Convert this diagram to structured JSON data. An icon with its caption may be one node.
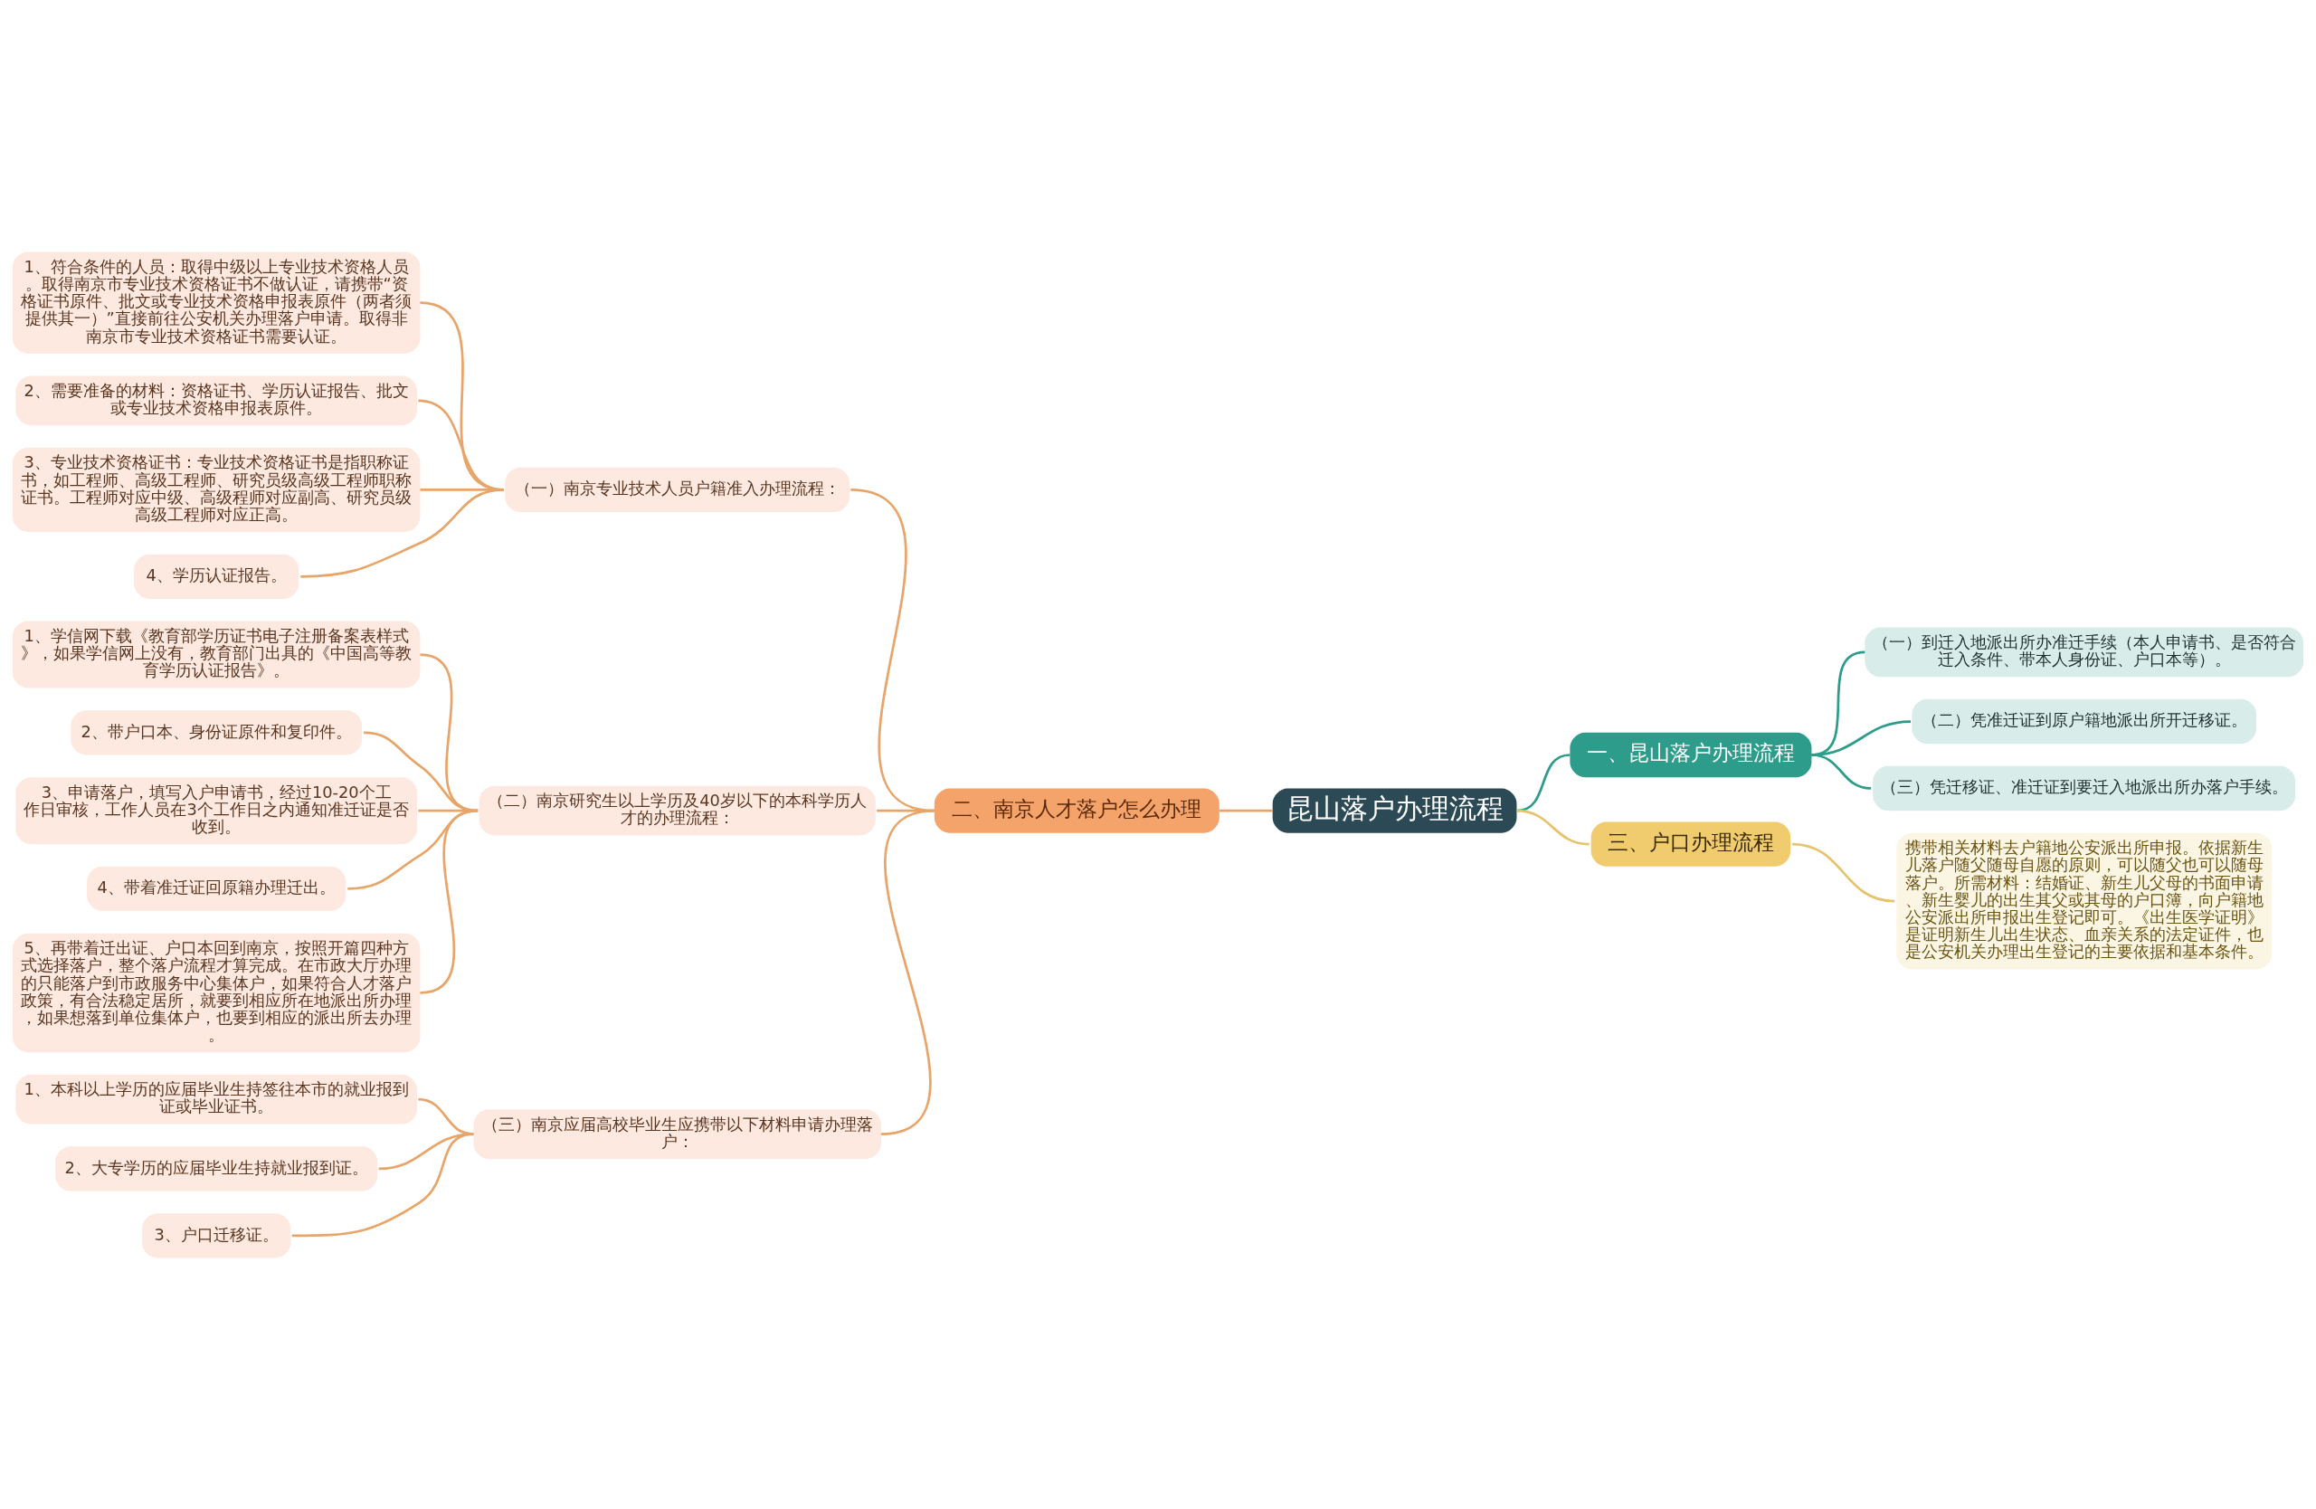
{
  "diagram": {
    "nodes": [
      {
        "text": [
          "昆山落户办理流程"
        ]
      },
      {
        "text": [
          "一、昆山落户办理流程"
        ]
      },
      {
        "text": [
          "（一）到迁入地派出所办准迁手续（本人申请书、是否符合迁入条件、带本人身份证、户口本等）。"
        ]
      },
      {
        "text": [
          "（二）凭准迁证到原户籍地派出所开迁移证。"
        ]
      },
      {
        "text": [
          "（三）凭迁移证、准迁证到要迁入地派出所办落户手续。"
        ]
      },
      {
        "text": [
          "三、户口办理流程"
        ]
      },
      {
        "text": [
          "携带相关材料去户籍地公安派出所申报。依据新生儿落户随父随母自愿的原则，可以随父也可以随母落户。所需材料：结婚证、新生儿父母的书面申请、新生婴儿的出生其父或其母的户口簿，向户籍地公安派出所申报出生登记即可。《出生医学证明》是证明新生儿出生状态、血亲关系的法定证件，也是公安机关办理出生登记的主要依据和基本条件。"
        ]
      },
      {
        "text": [
          "二、南京人才落户怎么办理"
        ]
      },
      {
        "text": [
          "（一）南京专业技术人员户籍准入办理流程："
        ]
      },
      {
        "text": [
          "1、符合条件的人员：取得中级以上专业技术资格人员。取得南京市专业技术资格证书不做认证，请携带“资格证书原件、批文或专业技术资格申报表原件（两者须提供其一）”直接前往公安机关办理落户申请。取得非南京市专业技术资格证书需要认证。"
        ]
      },
      {
        "text": [
          "2、需要准备的材料：资格证书、学历认证报告、批文或专业技术资格申报表原件。"
        ]
      },
      {
        "text": [
          "3、专业技术资格证书：专业技术资格证书是指职称证书，如工程师、高级工程师、研究员级高级工程师职称证书。工程师对应中级、高级程师对应副高、研究员级高级工程师对应正高。"
        ]
      },
      {
        "text": [
          "4、学历认证报告。"
        ]
      },
      {
        "text": [
          "（二）南京研究生以上学历及40岁以下的本科学历人才的办理流程："
        ]
      },
      {
        "text": [
          "1、学信网下载《教育部学历证书电子注册备案表样式》，如果学信网上没有，教育部门出具的《中国高等教育学历认证报告》。"
        ]
      },
      {
        "text": [
          "2、带户口本、身份证原件和复印件。"
        ]
      },
      {
        "text": [
          "3、申请落户，填写入户申请书，经过10-20个工作日审核，工作人员在3个工作日之内通知准迁证是否收到。"
        ]
      },
      {
        "text": [
          "4、带着准迁证回原籍办理迁出。"
        ]
      },
      {
        "text": [
          "5、再带着迁出证、户口本回到南京，按照开篇四种方式选择落户，整个落户流程才算完成。在市政大厅办理的只能落户到市政服务中心集体户，如果符合人才落户政策，有合法稳定居所，就要到相应所在地派出所办理，如果想落到单位集体户，也要到相应的派出所去办理。"
        ]
      },
      {
        "text": [
          "（三）南京应届高校毕业生应携带以下材料申请办理落户："
        ]
      },
      {
        "text": [
          "1、本科以上学历的应届毕业生持签往本市的就业报到证或毕业证书。"
        ]
      },
      {
        "text": [
          "2、大专学历的应届毕业生持就业报到证。"
        ]
      },
      {
        "text": [
          "3、户口迁移证。"
        ]
      }
    ],
    "edges": [
      {
        "from": 0,
        "to": 1,
        "arrow": "none",
        "color": "#2e9c8a"
      },
      {
        "from": 1,
        "to": 2,
        "arrow": "none",
        "color": "#2e9c8a"
      },
      {
        "from": 1,
        "to": 3,
        "arrow": "none",
        "color": "#2e9c8a"
      },
      {
        "from": 1,
        "to": 4,
        "arrow": "none",
        "color": "#2e9c8a"
      },
      {
        "from": 0,
        "to": 5,
        "arrow": "none",
        "color": "#e6c46e"
      },
      {
        "from": 5,
        "to": 6,
        "arrow": "none",
        "color": "#e6c46e"
      },
      {
        "from": 0,
        "to": 7,
        "arrow": "none"
      },
      {
        "from": 7,
        "to": 8,
        "arrow": "none"
      },
      {
        "from": 8,
        "to": 9,
        "arrow": "none"
      },
      {
        "from": 8,
        "to": 10,
        "arrow": "none"
      },
      {
        "from": 8,
        "to": 11,
        "arrow": "none"
      },
      {
        "from": 8,
        "to": 12,
        "arrow": "none"
      },
      {
        "from": 7,
        "to": 13,
        "arrow": "none"
      },
      {
        "from": 13,
        "to": 14,
        "arrow": "none"
      },
      {
        "from": 13,
        "to": 15,
        "arrow": "none"
      },
      {
        "from": 13,
        "to": 16,
        "arrow": "none"
      },
      {
        "from": 13,
        "to": 17,
        "arrow": "none"
      },
      {
        "from": 13,
        "to": 18,
        "arrow": "none"
      },
      {
        "from": 7,
        "to": 19,
        "arrow": "none"
      },
      {
        "from": 19,
        "to": 20,
        "arrow": "none"
      },
      {
        "from": 19,
        "to": 21,
        "arrow": "none"
      },
      {
        "from": 19,
        "to": 22,
        "arrow": "none"
      }
    ]
  }
}
